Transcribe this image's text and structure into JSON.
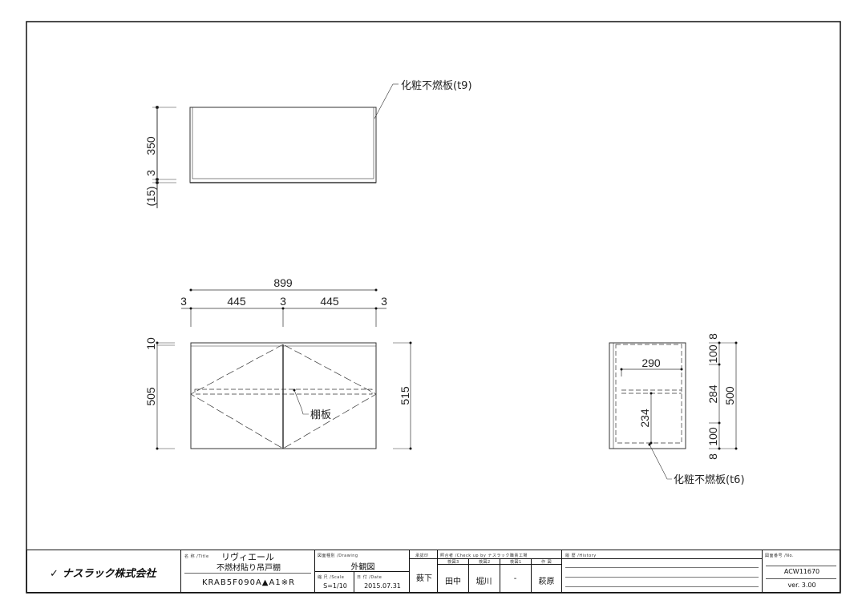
{
  "drawing": {
    "top_view": {
      "dims": [
        "350",
        "3",
        "(15)"
      ],
      "callout": "化粧不燃板(t9)"
    },
    "front_view": {
      "dims": {
        "overall_width": "899",
        "gap_left": "3",
        "door_left": "445",
        "gap_mid": "3",
        "door_right": "445",
        "gap_right": "3",
        "top": "10",
        "door_height": "505",
        "overall_height": "515"
      },
      "callout": "棚板"
    },
    "side_view": {
      "dims": {
        "depth": "290",
        "shelf_height": "234",
        "top": "8",
        "upper": "100",
        "middle": "284",
        "lower": "100",
        "bottom": "8",
        "overall": "500"
      },
      "callout": "化粧不燃板(t6)"
    }
  },
  "title_block": {
    "company": "ナスラック株式会社",
    "title_label": "名 称 /Title",
    "title_name": "リヴィエール",
    "title_sub": "不燃材貼り吊戸棚",
    "model": "KRAB5F090A▲A1※R",
    "drawing_label": "図面種別 /Drawing",
    "drawing_type": "外観図",
    "scale_label": "縮 尺 /Scale",
    "scale": "S=1/10",
    "date_label": "日 付 /Date",
    "date": "2015.07.31",
    "approval_label": "承認印",
    "approval": "薮下",
    "check_label": "照合者 /Check up by ナスラック職責工場",
    "check_cols": [
      "検図3",
      "検図2",
      "検図1",
      "作 図"
    ],
    "check_vals": [
      "田中",
      "堀川",
      "-",
      "萩原"
    ],
    "history_label": "履 歴 /History",
    "no_label": "図面番号 /No.",
    "drawing_no": "ACW11670",
    "version": "ver. 3.00"
  }
}
